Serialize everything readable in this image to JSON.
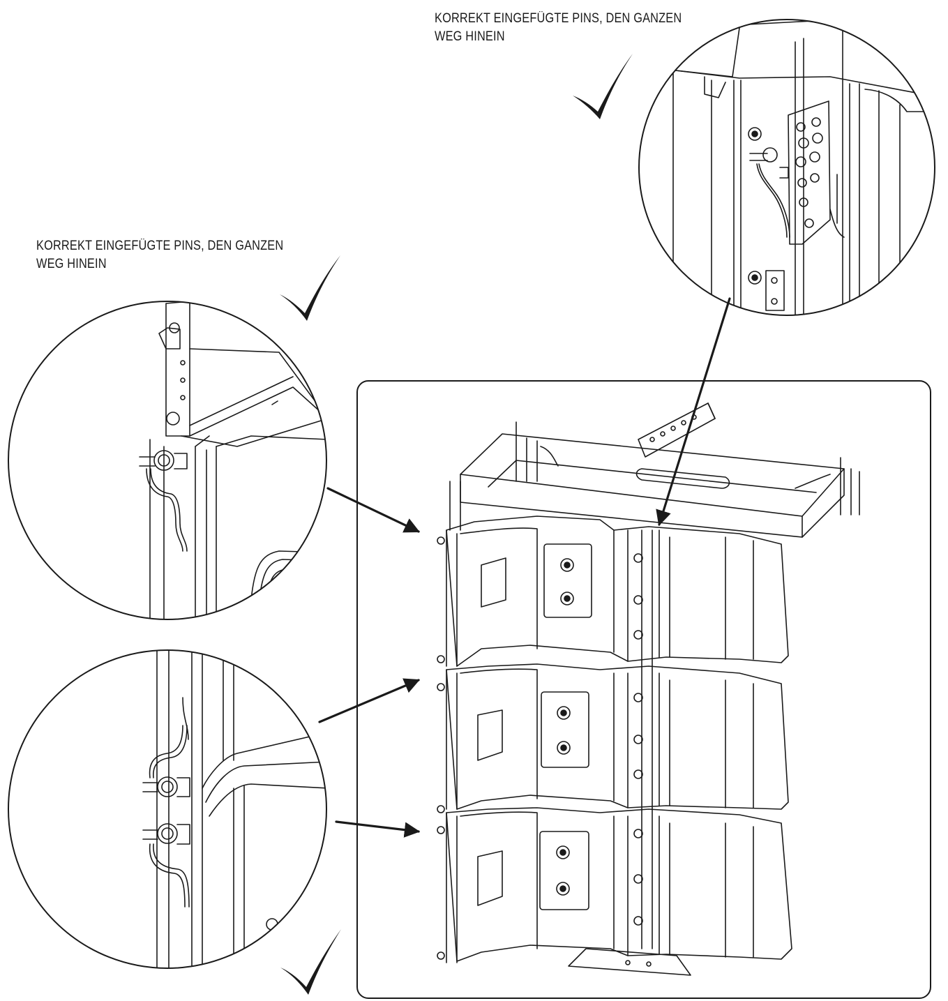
{
  "captions": {
    "top": {
      "line1": "KORREKT EINGEFÜGTE PINS, DEN GANZEN",
      "line2": "WEG HINEIN"
    },
    "left": {
      "line1": "KORREKT EINGEFÜGTE PINS, DEN GANZEN",
      "line2": "WEG HINEIN"
    }
  },
  "colors": {
    "ink": "#1a1a1a",
    "paper": "#ffffff"
  },
  "icons": [
    "checkmark-icon",
    "arrow-icon"
  ]
}
